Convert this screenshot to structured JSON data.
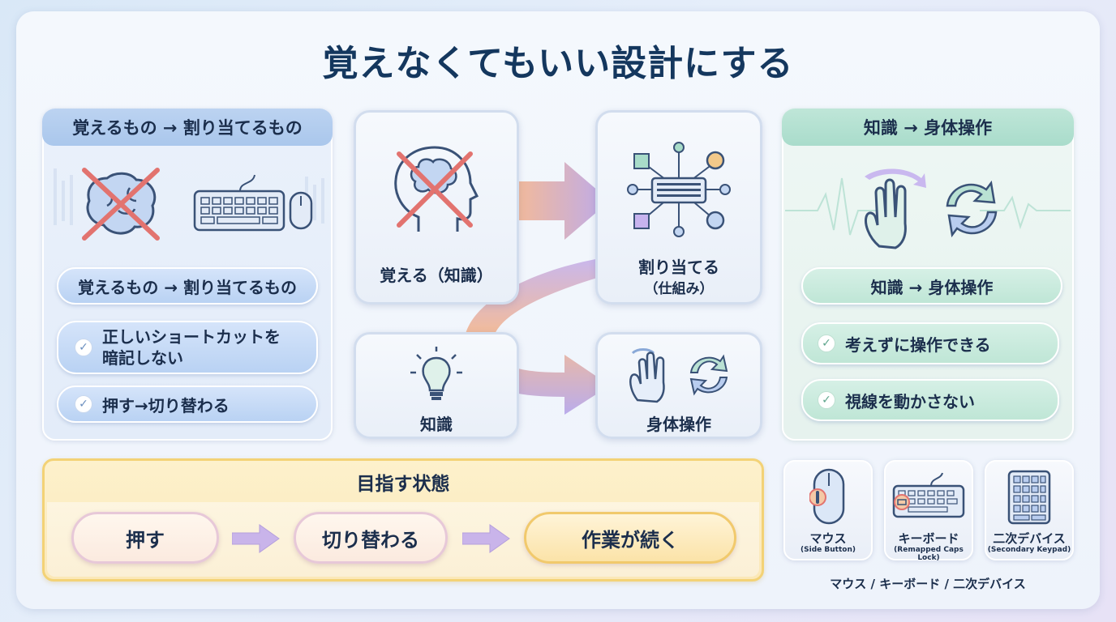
{
  "title": "覚えなくてもいい設計にする",
  "left_panel": {
    "header": "覚えるもの → 割り当てるもの",
    "pill": "覚えるもの → 割り当てるもの",
    "checks": [
      "正しいショートカットを",
      "暗記しない",
      "押す→切り替わる"
    ]
  },
  "middle": {
    "box_memorize": "覚える（知識）",
    "box_assign": "割り当てる",
    "box_assign_sub": "（仕組み）",
    "box_knowledge": "知識",
    "box_body": "身体操作"
  },
  "right_panel": {
    "header": "知識 → 身体操作",
    "pill": "知識 → 身体操作",
    "checks": [
      "考えずに操作できる",
      "視線を動かさない"
    ]
  },
  "goal": {
    "title": "目指す状態",
    "steps": [
      "押す",
      "切り替わる",
      "作業が続く"
    ]
  },
  "devices": {
    "items": [
      {
        "name": "マウス",
        "sub": "(Side Button)"
      },
      {
        "name": "キーボード",
        "sub": "(Remapped Caps Lock)"
      },
      {
        "name": "二次デバイス",
        "sub": "(Secondary Keypad)"
      }
    ],
    "caption": "マウス / キーボード / 二次デバイス"
  },
  "colors": {
    "title": "#14375e",
    "cross": "#e2736f",
    "blue_accent": "#aac7ec",
    "green_accent": "#a9dccb",
    "gold_accent": "#f3d276"
  }
}
